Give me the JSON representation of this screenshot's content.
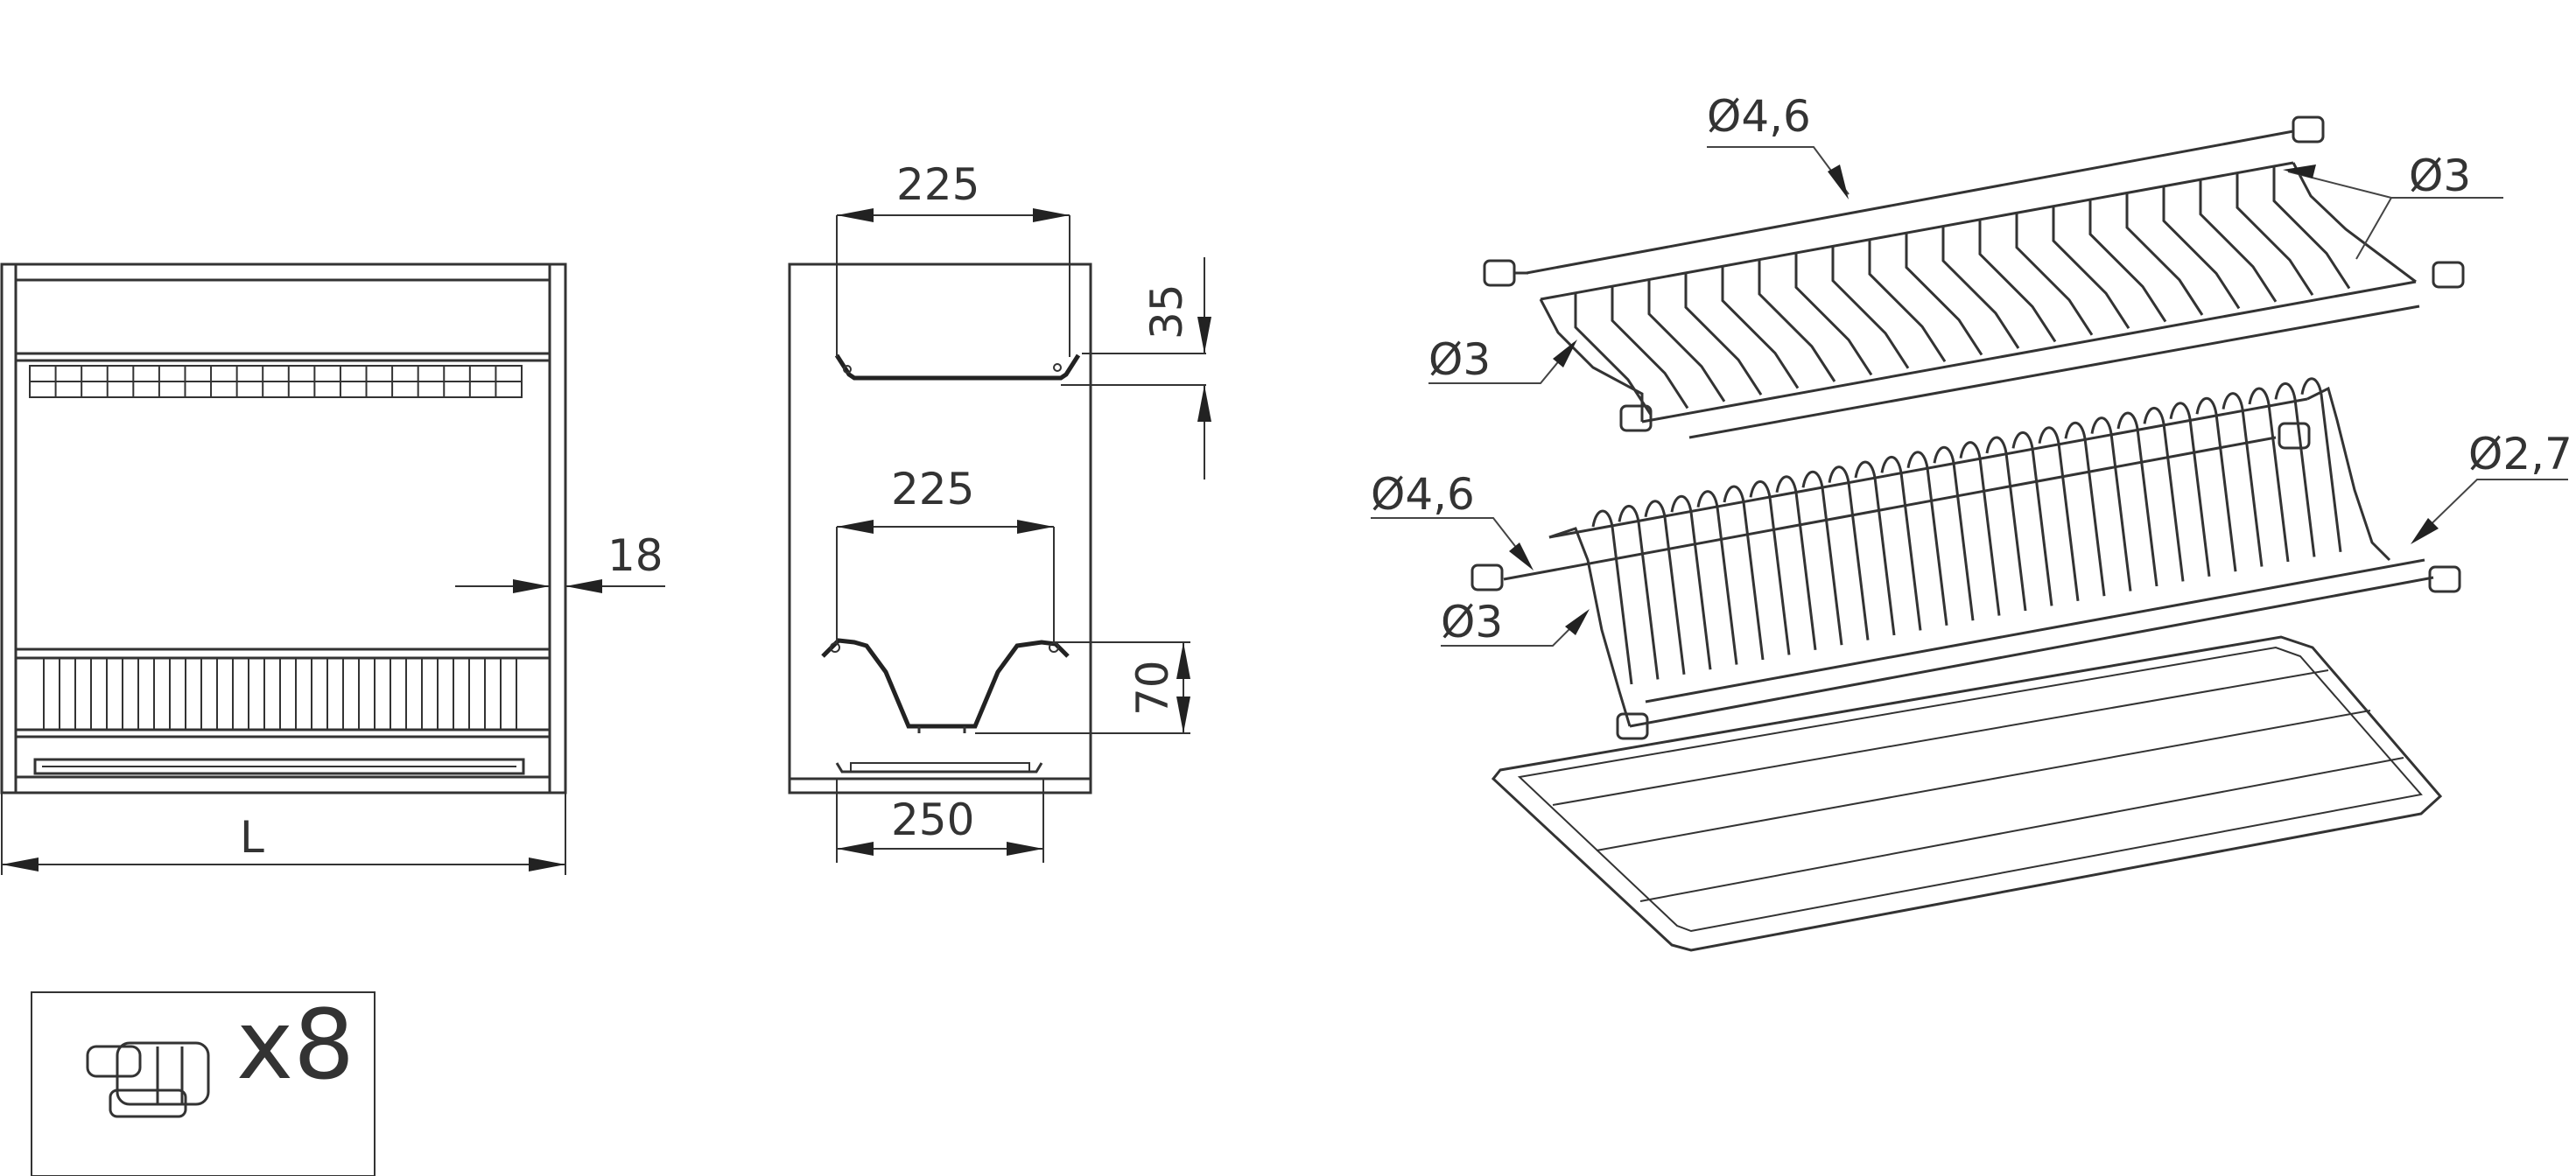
{
  "front_view": {
    "width_label": "L",
    "side_thickness_label": "18"
  },
  "side_view": {
    "top_rack_depth_label": "225",
    "top_rack_height_label": "35",
    "bottom_rack_depth_label": "225",
    "bottom_rack_height_label": "70",
    "tray_depth_label": "250"
  },
  "isometric_view": {
    "top_rack_main_wire_label": "Ø4,6",
    "top_rack_right_wire_label": "Ø3",
    "top_rack_left_wire_label": "Ø3",
    "bottom_rack_main_wire_label": "Ø4,6",
    "bottom_rack_right_wire_label": "Ø2,7",
    "bottom_rack_left_wire_label": "Ø3"
  },
  "accessory_box": {
    "quantity_label": "x8",
    "item_icon": "support-plug-icon"
  }
}
